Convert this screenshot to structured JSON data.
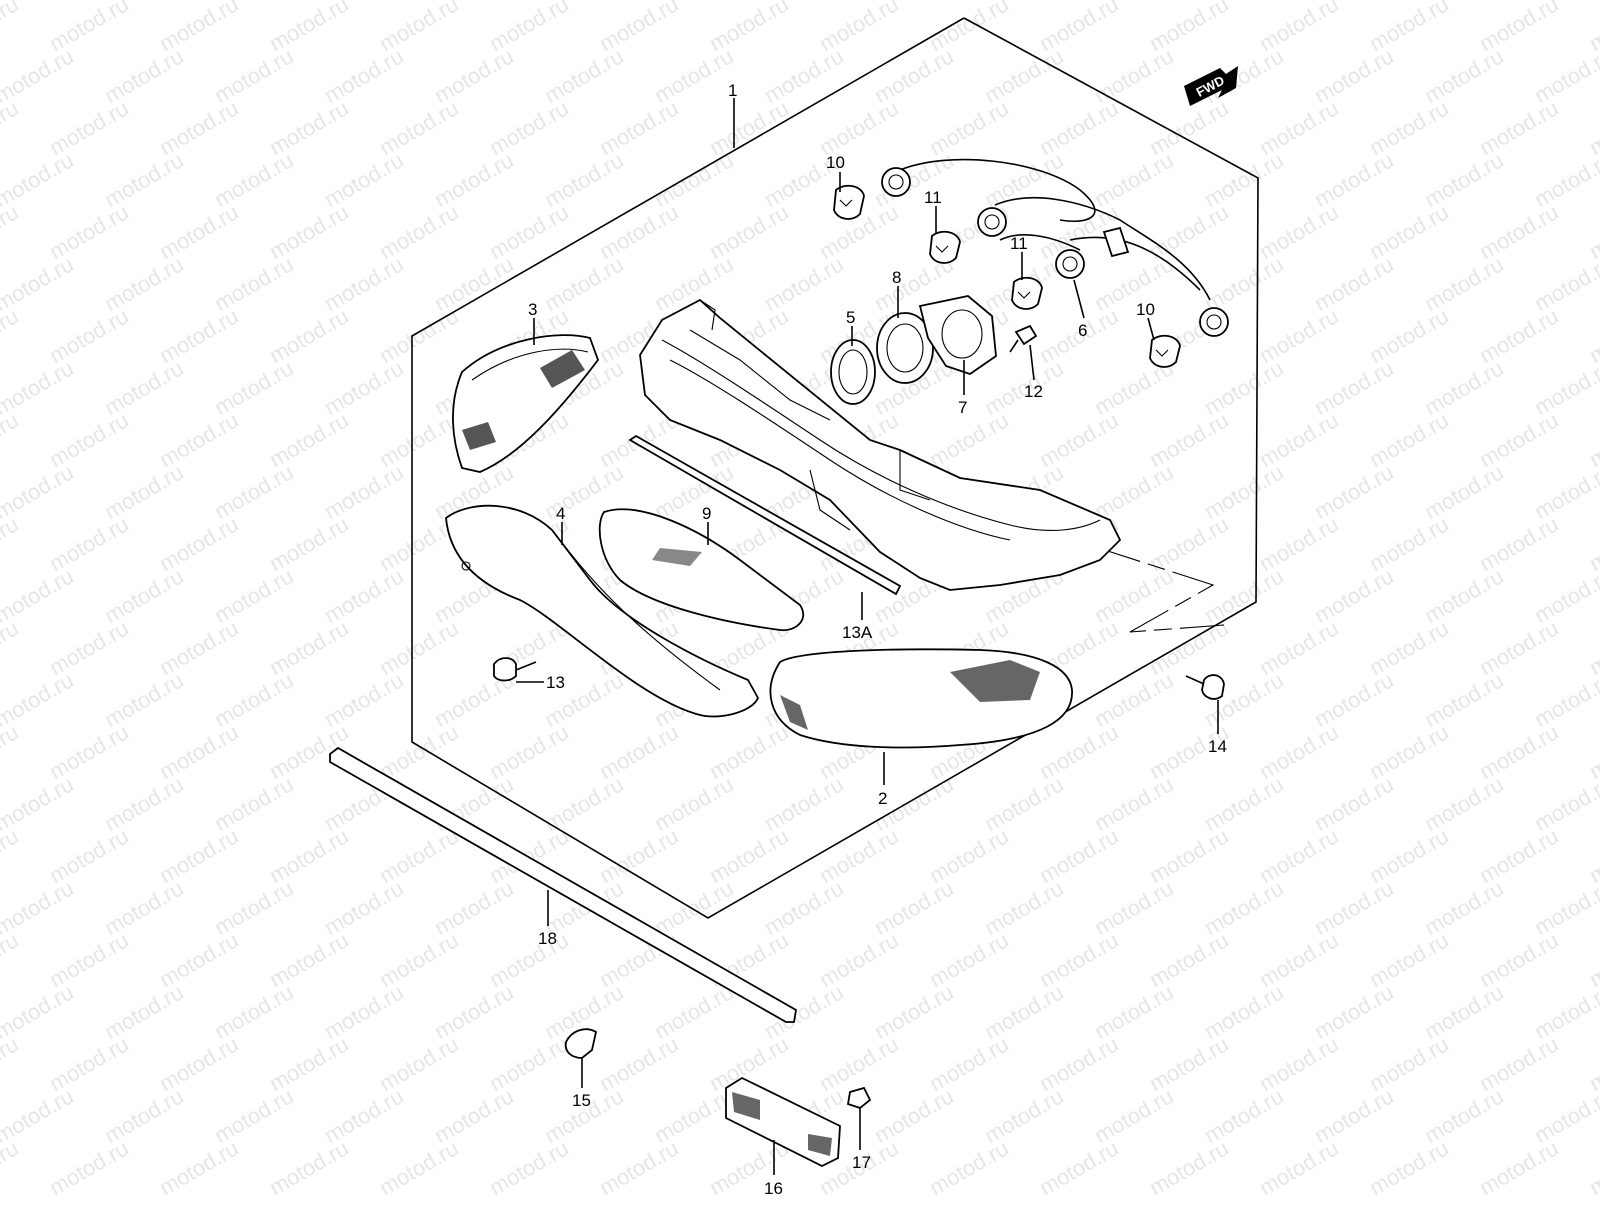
{
  "diagram": {
    "watermark": "motod.ru",
    "fwd_label": "FWD",
    "labels": [
      {
        "id": "1",
        "text": "1"
      },
      {
        "id": "2",
        "text": "2"
      },
      {
        "id": "3",
        "text": "3"
      },
      {
        "id": "4",
        "text": "4"
      },
      {
        "id": "5",
        "text": "5"
      },
      {
        "id": "6",
        "text": "6"
      },
      {
        "id": "7",
        "text": "7"
      },
      {
        "id": "8",
        "text": "8"
      },
      {
        "id": "9",
        "text": "9"
      },
      {
        "id": "10a",
        "text": "10"
      },
      {
        "id": "10b",
        "text": "10"
      },
      {
        "id": "11a",
        "text": "11"
      },
      {
        "id": "11b",
        "text": "11"
      },
      {
        "id": "12",
        "text": "12"
      },
      {
        "id": "13",
        "text": "13"
      },
      {
        "id": "13A",
        "text": "13A"
      },
      {
        "id": "14",
        "text": "14"
      },
      {
        "id": "15",
        "text": "15"
      },
      {
        "id": "16",
        "text": "16"
      },
      {
        "id": "17",
        "text": "17"
      },
      {
        "id": "18",
        "text": "18"
      }
    ]
  }
}
